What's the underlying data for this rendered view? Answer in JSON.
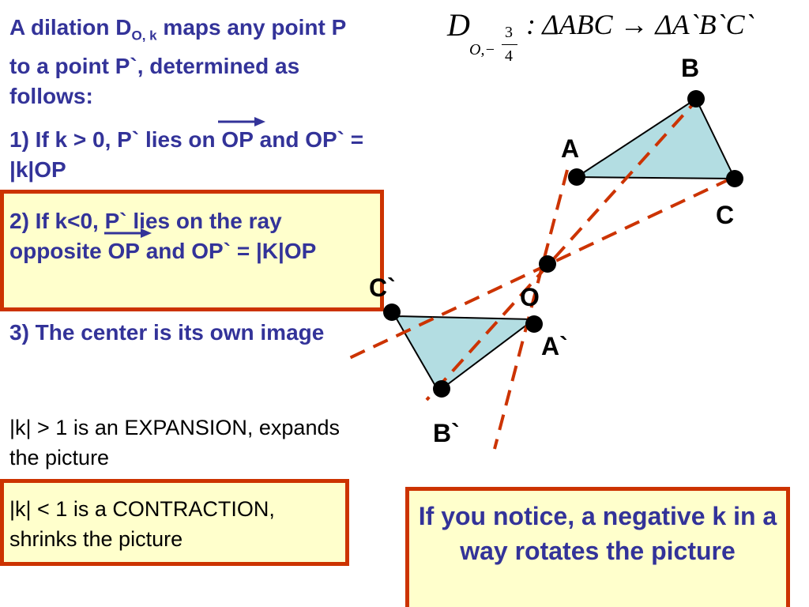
{
  "intro": {
    "prefix": "A dilation D",
    "sub": "O, k",
    "suffix": " maps any point P to a point P`, determined as follows:"
  },
  "rule1": {
    "pre": "1)  If k > 0, P` lies on ",
    "vec": "OP",
    "post": " and OP` = |k|OP"
  },
  "rule2": {
    "pre": "2)  If k<0, P` lies on the ray opposite ",
    "vec": "OP",
    "post": " and OP` = |K|OP"
  },
  "rule3": {
    "text": "3)  The center is its own image"
  },
  "expansion": {
    "text": "|k| > 1 is an EXPANSION, expands the picture"
  },
  "contraction": {
    "text": "|k| < 1 is a CONTRACTION, shrinks the picture"
  },
  "note": {
    "text": "If you notice, a negative k in a way rotates the picture"
  },
  "formula": {
    "D": "D",
    "sub": "O,−",
    "num": "3",
    "den": "4",
    "mapping": ": ΔABC → ΔA`B`C`"
  },
  "diagram": {
    "labels": {
      "A": "A",
      "B": "B",
      "C": "C",
      "O": "O",
      "A2": "A`",
      "B2": "B`",
      "C2": "C`"
    },
    "colors": {
      "fill": "#b3dde2",
      "dash": "#cc3300",
      "text": "#333399",
      "border": "#cc3300",
      "box": "#ffffcc"
    }
  }
}
